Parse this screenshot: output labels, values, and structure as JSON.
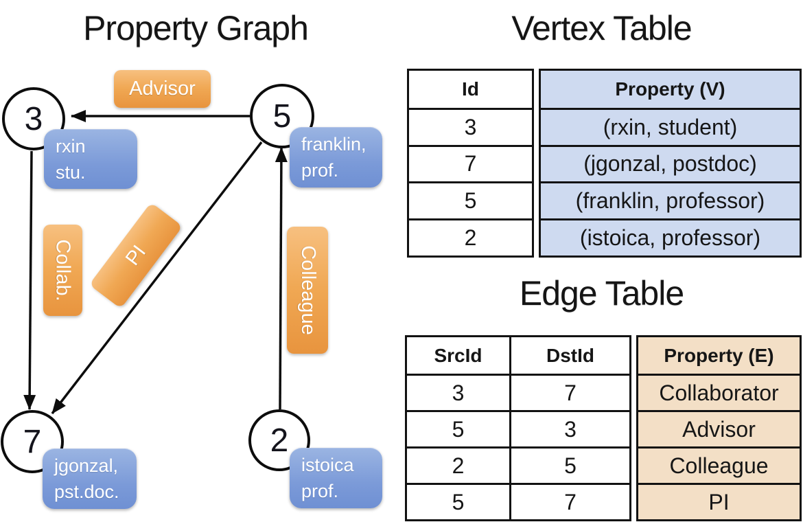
{
  "graph": {
    "title": "Property Graph",
    "nodes": {
      "n3": {
        "id": "3",
        "prop1": "rxin",
        "prop2": "stu."
      },
      "n5": {
        "id": "5",
        "prop1": "franklin,",
        "prop2": "prof."
      },
      "n7": {
        "id": "7",
        "prop1": "jgonzal,",
        "prop2": "pst.doc."
      },
      "n2": {
        "id": "2",
        "prop1": "istoica",
        "prop2": "prof."
      }
    },
    "edge_labels": {
      "advisor": "Advisor",
      "collab": "Collab.",
      "pi": "PI",
      "colleague": "Colleague"
    }
  },
  "vertex_table": {
    "title": "Vertex Table",
    "columns": [
      "Id",
      "Property (V)"
    ],
    "rows": [
      [
        "3",
        "(rxin, student)"
      ],
      [
        "7",
        "(jgonzal, postdoc)"
      ],
      [
        "5",
        "(franklin, professor)"
      ],
      [
        "2",
        "(istoica, professor)"
      ]
    ]
  },
  "edge_table": {
    "title": "Edge Table",
    "columns": [
      "SrcId",
      "DstId",
      "Property (E)"
    ],
    "rows": [
      [
        "3",
        "7",
        "Collaborator"
      ],
      [
        "5",
        "3",
        "Advisor"
      ],
      [
        "2",
        "5",
        "Colleague"
      ],
      [
        "5",
        "7",
        "PI"
      ]
    ]
  },
  "colors": {
    "edge_label_top": "#f7c080",
    "edge_label_bottom": "#e8943e",
    "vertex_box_top": "#9ab4e2",
    "vertex_box_bottom": "#6f90d3",
    "vertex_cell_bg": "#cedaf0",
    "edge_cell_bg": "#f3dfc6",
    "line": "#0d0d0d"
  }
}
